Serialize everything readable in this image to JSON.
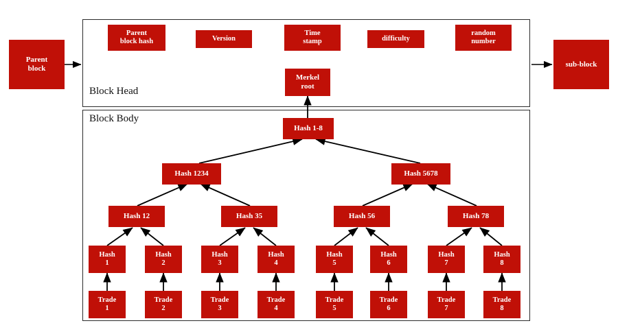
{
  "diagram": {
    "title": "Blockchain block structure with Merkle tree",
    "colors": {
      "node_fill": "#c01007",
      "node_text": "#ffffff",
      "panel_border": "#2b2b2b",
      "edge": "#000000",
      "background": "#ffffff"
    }
  },
  "outer": {
    "parent_block": {
      "line1": "Parent",
      "line2": "block"
    },
    "sub_block": {
      "line1": "sub-block",
      "line2": ""
    }
  },
  "block_head": {
    "label": "Block Head",
    "fields": [
      {
        "line1": "Parent",
        "line2": "block hash"
      },
      {
        "line1": "Version",
        "line2": ""
      },
      {
        "line1": "Time",
        "line2": "stamp"
      },
      {
        "line1": "difficulty",
        "line2": ""
      },
      {
        "line1": "random",
        "line2": "number"
      }
    ],
    "merkel_root": {
      "line1": "Merkel",
      "line2": "root"
    }
  },
  "block_body": {
    "label": "Block Body",
    "root": {
      "line1": "Hash 1-8",
      "line2": ""
    },
    "tier1": [
      {
        "line1": "Hash 1234",
        "line2": ""
      },
      {
        "line1": "Hash 5678",
        "line2": ""
      }
    ],
    "tier2": [
      {
        "line1": "Hash 12",
        "line2": ""
      },
      {
        "line1": "Hash 35",
        "line2": ""
      },
      {
        "line1": "Hash 56",
        "line2": ""
      },
      {
        "line1": "Hash 78",
        "line2": ""
      }
    ],
    "leaf_hashes": [
      {
        "line1": "Hash",
        "line2": "1"
      },
      {
        "line1": "Hash",
        "line2": "2"
      },
      {
        "line1": "Hash",
        "line2": "3"
      },
      {
        "line1": "Hash",
        "line2": "4"
      },
      {
        "line1": "Hash",
        "line2": "5"
      },
      {
        "line1": "Hash",
        "line2": "6"
      },
      {
        "line1": "Hash",
        "line2": "7"
      },
      {
        "line1": "Hash",
        "line2": "8"
      }
    ],
    "trades": [
      {
        "line1": "Trade",
        "line2": "1"
      },
      {
        "line1": "Trade",
        "line2": "2"
      },
      {
        "line1": "Trade",
        "line2": "3"
      },
      {
        "line1": "Trade",
        "line2": "4"
      },
      {
        "line1": "Trade",
        "line2": "5"
      },
      {
        "line1": "Trade",
        "line2": "6"
      },
      {
        "line1": "Trade",
        "line2": "7"
      },
      {
        "line1": "Trade",
        "line2": "8"
      }
    ]
  }
}
